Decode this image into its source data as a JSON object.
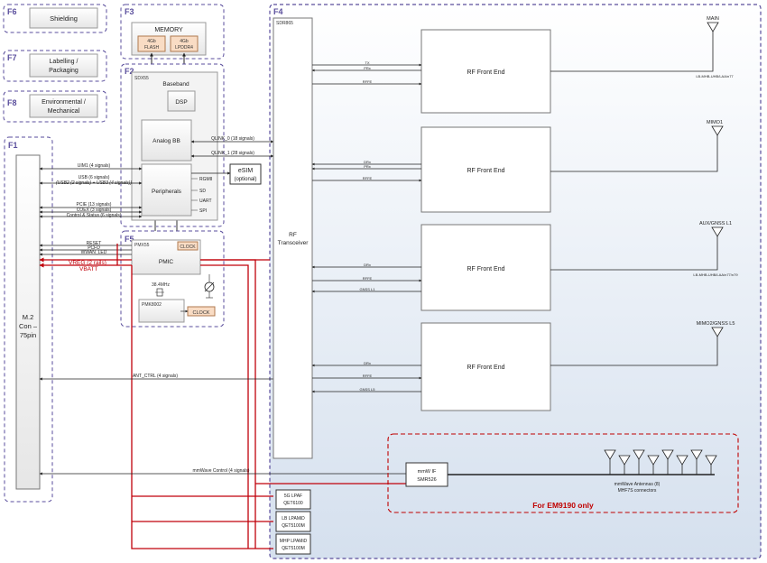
{
  "groups": {
    "f6": {
      "tag": "F6",
      "label": "Shielding"
    },
    "f7": {
      "tag": "F7",
      "label1": "Labelling /",
      "label2": "Packaging"
    },
    "f8": {
      "tag": "F8",
      "label1": "Environmental /",
      "label2": "Mechanical"
    },
    "f3": {
      "tag": "F3",
      "title": "MEMORY",
      "chip1_a": "4Gb",
      "chip1_b": "FLASH",
      "chip2_a": "4Gb",
      "chip2_b": "LPDDR4"
    },
    "f2": {
      "tag": "F2",
      "chip": "SDX55",
      "baseband": "Baseband",
      "dsp": "DSP",
      "analog_bb": "Analog BB",
      "peripherals": "Peripherals",
      "rgmii": "RGMII",
      "sd": "SD",
      "uart": "UART",
      "spi": "SPI"
    },
    "f5": {
      "tag": "F5",
      "chip": "PMX55",
      "clock_tag": "CLOCK",
      "pmic": "PMIC",
      "xtal": "38.4MHz",
      "pmk": "PMK8002",
      "clock": "CLOCK"
    },
    "f1": {
      "tag": "F1",
      "m2_1": "M.2",
      "m2_2": "Con –",
      "m2_3": "75pin"
    },
    "f4": {
      "tag": "F4",
      "chip": "SDR865",
      "rf1": "RF",
      "rf2": "Transceiver",
      "fe1": "RF Front End",
      "fe2": "RF Front End",
      "fe3": "RF Front End",
      "fe4": "RF Front End"
    }
  },
  "esim": {
    "line1": "eSIM",
    "line2": "(optional)"
  },
  "signals": {
    "uim1": "UIM1 (4 signals)",
    "usb1": "USB (6 signals)",
    "usb2": "(USB2 (2 signals) + USB3 (4 signals))",
    "pcie": "PCIE (13 signals)",
    "coex": "COEX (3 signals)",
    "ctrl": "Control & Status (6 signals)",
    "qlink0": "QLINK_0 (18 signals)",
    "qlink1": "QLINK_1 (28 signals)",
    "reset": "RESET",
    "pcfd": "PCFD",
    "wan": "WWAN_LED",
    "vreg": "VREG (2 rails)",
    "vbatt": "VBATT",
    "ant_ctrl": "ANT_CTRL (4 signals)",
    "mmw_ctrl": "mmWave Control (4 signals)"
  },
  "rf_lines": {
    "fe1": [
      "TX",
      "PRx",
      "RFFE"
    ],
    "fe2": [
      "DRx",
      "PRx",
      "RFFE"
    ],
    "fe3": [
      "DRx",
      "RFFE",
      "GNSS L1"
    ],
    "fe4": [
      "DRx",
      "RFFE",
      "GNSS L5"
    ]
  },
  "antennas": {
    "main": "MAIN",
    "main_band": "LB-MHB-UHB/LAA/n77",
    "mimo1": "MIMO1",
    "aux": "AUX/GNSS L1",
    "aux_band": "LB-MHB-UHB/LAA/n77/n79",
    "mimo2": "MIMO2/GNSS L5"
  },
  "mmwave": {
    "if1": "mmW IF",
    "if2": "SMR526",
    "ant1": "mmWave Antennas (8)",
    "ant2": "MHF7S connectors",
    "note": "For EM9190 only"
  },
  "pa": [
    {
      "l1": "5G LPAF",
      "l2": "QET6100"
    },
    {
      "l1": "LB LPAMiD",
      "l2": "QET5100M"
    },
    {
      "l1": "MHP LPAMiD",
      "l2": "QET5100M"
    }
  ],
  "colors": {
    "power": "#c0000a",
    "group_border": "#5a4e9c",
    "f4_fill": "#dde6f1",
    "note": "#c00000"
  }
}
